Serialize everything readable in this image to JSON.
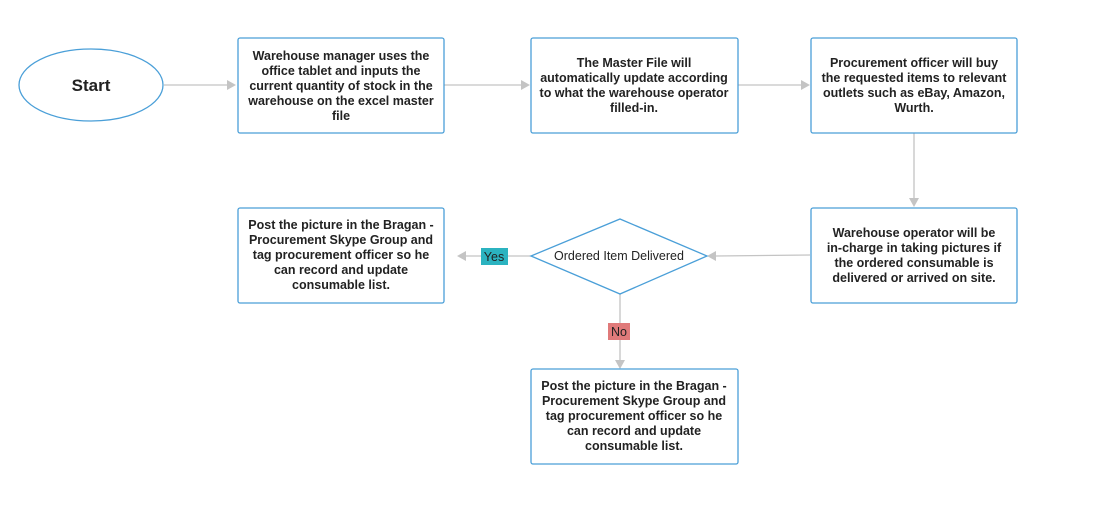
{
  "nodes": {
    "start": "Start",
    "step1": [
      "Warehouse manager uses the",
      "office tablet and inputs the",
      "current quantity of stock in the",
      "warehouse on the excel master",
      "file"
    ],
    "step2": [
      "The Master File will",
      "automatically update according",
      "to what the warehouse operator",
      "filled-in."
    ],
    "step3": [
      "Procurement officer will buy",
      "the requested items to relevant",
      "outlets such as eBay, Amazon,",
      "Wurth."
    ],
    "step4": [
      "Warehouse operator will be",
      "in-charge in taking pictures if",
      "the ordered consumable is",
      "delivered or arrived on site."
    ],
    "decision": "Ordered Item Delivered",
    "yes_action": [
      "Post the picture in the Bragan -",
      "Procurement Skype Group and",
      "tag procurement officer so he",
      "can record and update",
      "consumable list."
    ],
    "no_action": [
      "Post the picture in the Bragan -",
      "Procurement Skype Group and",
      "tag procurement officer so he",
      "can record and update",
      "consumable list."
    ]
  },
  "edge_labels": {
    "yes": "Yes",
    "no": "No"
  },
  "colors": {
    "node_border": "#4a9fd8",
    "connector": "#c4c4c4",
    "yes_badge": "#2bb3c0",
    "no_badge": "#e07a7a"
  }
}
